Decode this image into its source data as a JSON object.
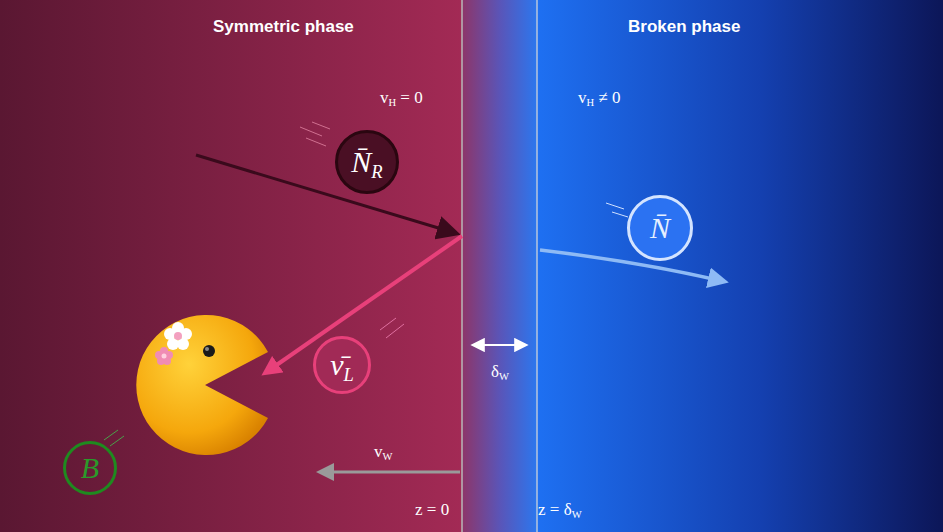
{
  "diagram": {
    "nodes": [
      {
        "text": [
          "Symmetric phase",
          "vH = 0"
        ]
      },
      {
        "text": [
          "Broken phase",
          "vH ≠ 0"
        ]
      },
      {
        "text": [
          "N̄R"
        ],
        "in": 0
      },
      {
        "text": [
          "ν̄L"
        ],
        "in": 0
      },
      {
        "text": [
          "B"
        ],
        "in": 0
      },
      {
        "text": [
          "N̄"
        ],
        "in": 1
      }
    ],
    "labels": [
      "δW",
      "vW",
      "z = 0",
      "z = δW"
    ]
  }
}
